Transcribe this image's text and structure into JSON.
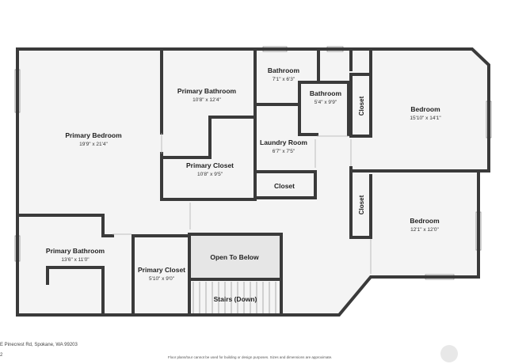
{
  "footer": {
    "address": "E Pinecrest Rd, Spokane, WA 99203",
    "floor_code": "2",
    "disclaimer": "Floor plans/tour cannot be used for building or design purposes. Sizes and dimensions are approximate."
  },
  "rooms": {
    "primary_bedroom": {
      "name": "Primary Bedroom",
      "dims": "19'9\" x 21'4\""
    },
    "primary_bathroom_upper": {
      "name": "Primary Bathroom",
      "dims": "10'8\" x 12'4\""
    },
    "primary_closet_upper": {
      "name": "Primary Closet",
      "dims": "10'8\" x 9'5\""
    },
    "bathroom_small": {
      "name": "Bathroom",
      "dims": "7'1\" x 6'3\""
    },
    "bathroom_mid": {
      "name": "Bathroom",
      "dims": "5'4\" x 9'9\""
    },
    "laundry_room": {
      "name": "Laundry Room",
      "dims": "6'7\" x 7'5\""
    },
    "closet_laundry": {
      "name": "Closet"
    },
    "closet_bedroom_1": {
      "name": "Closet"
    },
    "closet_bedroom_2": {
      "name": "Closet"
    },
    "bedroom_1": {
      "name": "Bedroom",
      "dims": "15'10\" x 14'1\""
    },
    "bedroom_2": {
      "name": "Bedroom",
      "dims": "12'1\" x 12'0\""
    },
    "primary_bathroom_lower": {
      "name": "Primary Bathroom",
      "dims": "13'6\" x 11'0\""
    },
    "primary_closet_lower": {
      "name": "Primary Closet",
      "dims": "5'10\" x 9'0\""
    },
    "open_to_below": {
      "name": "Open To Below"
    },
    "stairs": {
      "name": "Stairs (Down)"
    }
  }
}
